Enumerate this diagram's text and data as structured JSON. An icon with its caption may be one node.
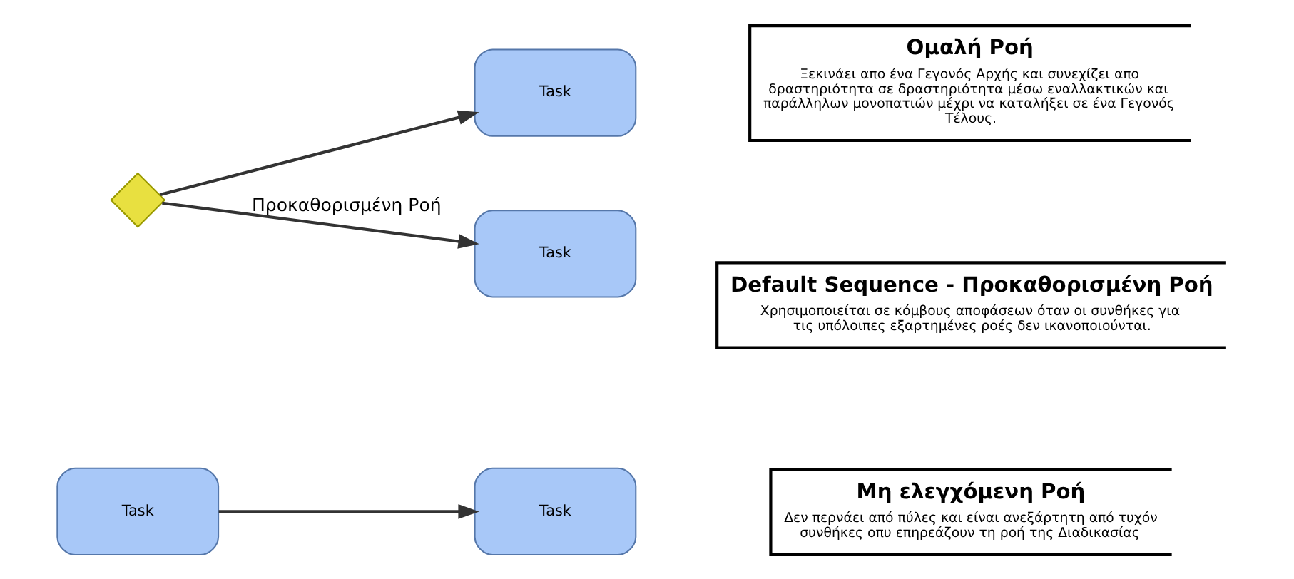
{
  "diagram": {
    "nodes": [
      {
        "text": [],
        "shape": "diamond"
      },
      {
        "text": [
          "Task"
        ]
      },
      {
        "text": [
          "Task"
        ]
      },
      {
        "text": [
          "Task"
        ]
      },
      {
        "text": [
          "Task"
        ]
      },
      {
        "text": [
          "Ομαλή Ροή",
          "Ξεκινάει απο ένα Γεγονός Αρχής και συνεχίζει απο δραστηριότητα σε δραστηριότητα μέσω εναλλακτικών και παράλληλων μονοπατιών μέχρι να καταλήξει σε ένα Γεγονός Τέλους."
        ]
      },
      {
        "text": [
          "Default Sequence - Προκαθορισμένη Ροή",
          "Χρησιμοποιείται σε κόμβους αποφάσεων όταν οι συνθήκες για τις υπόλοιπες εξαρτημένες ροές δεν ικανοποιούνται."
        ]
      },
      {
        "text": [
          "Μη ελεγχόμενη Ροή",
          "Δεν περνάει από πύλες και είναι ανεξάρτητη από τυχόν συνθήκες οπυ επηρεάζουν τη ροή της Διαδικασίας"
        ]
      }
    ],
    "edges": [
      {
        "from": 0,
        "to": 1,
        "arrow": "to"
      },
      {
        "from": 0,
        "to": 2,
        "arrow": "to",
        "label": "Προκαθορισμένη Ροή"
      },
      {
        "from": 3,
        "to": 4,
        "arrow": "to"
      }
    ]
  }
}
